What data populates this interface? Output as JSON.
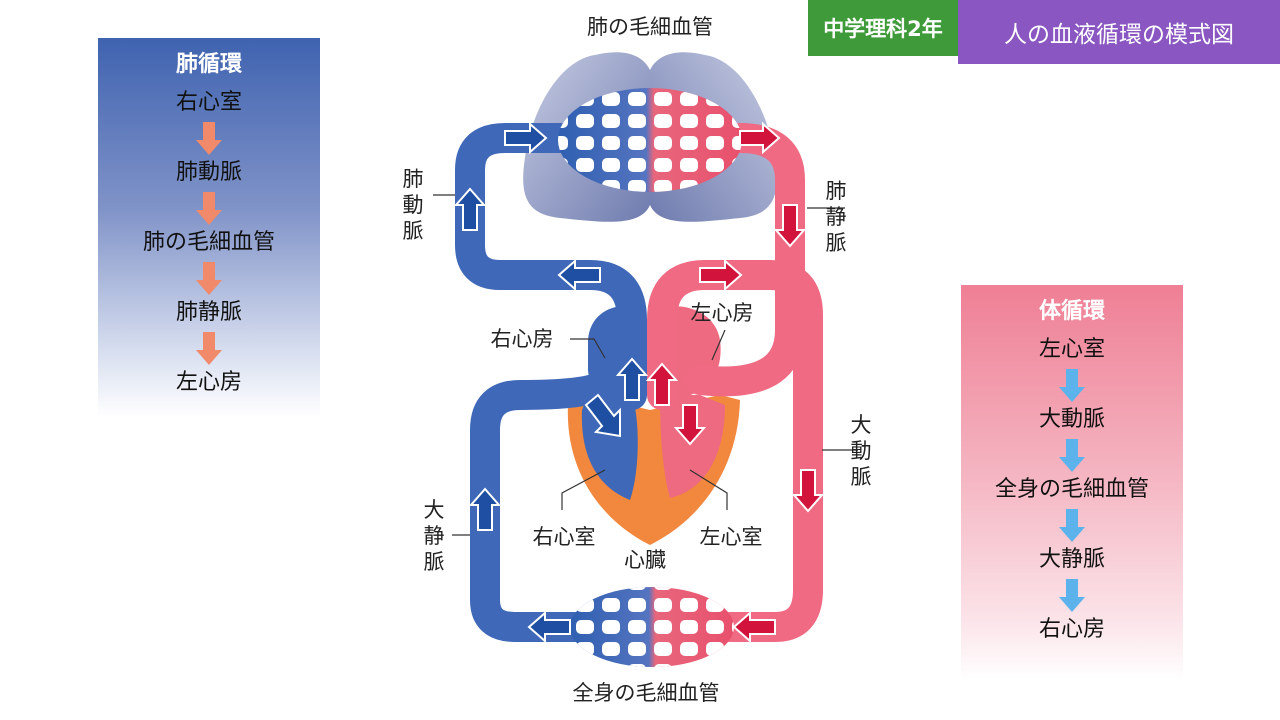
{
  "header": {
    "subject": "中学理科2年",
    "title": "人の血液循環の模式図"
  },
  "pulmonary_panel": {
    "title": "肺循環",
    "steps": [
      "右心室",
      "肺動脈",
      "肺の毛細血管",
      "肺静脈",
      "左心房"
    ],
    "arrow_color": "#f08a6a"
  },
  "systemic_panel": {
    "title": "体循環",
    "steps": [
      "左心室",
      "大動脈",
      "全身の毛細血管",
      "大静脈",
      "右心房"
    ],
    "arrow_color": "#5cb3ec"
  },
  "diagram": {
    "lung_capillaries": "肺の毛細血管",
    "body_capillaries": "全身の毛細血管",
    "pulmonary_artery": [
      "肺",
      "動",
      "脈"
    ],
    "pulmonary_vein": [
      "肺",
      "静",
      "脈"
    ],
    "aorta": [
      "大",
      "動",
      "脈"
    ],
    "vena_cava": [
      "大",
      "静",
      "脈"
    ],
    "right_atrium": "右心房",
    "left_atrium": "左心房",
    "right_ventricle": "右心室",
    "left_ventricle": "左心室",
    "heart": "心臓"
  },
  "colors": {
    "venous_blue": "#3f68b8",
    "arterial_red": "#ef6a82",
    "heart_orange": "#f2873e",
    "arrow_blue": "#1e4fa3",
    "arrow_red": "#d2143d"
  }
}
